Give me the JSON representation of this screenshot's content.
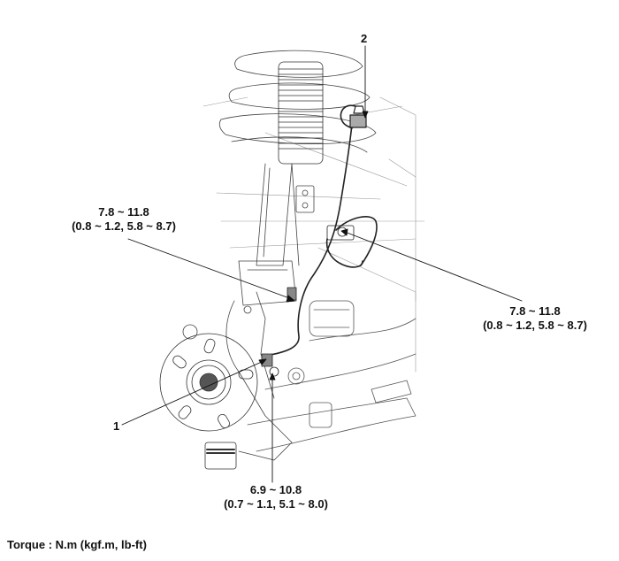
{
  "diagram": {
    "subject": "Front wheel speed sensor installation",
    "callouts": [
      {
        "id": "1",
        "label": "1",
        "part": "wheel-speed-sensor"
      },
      {
        "id": "2",
        "label": "2",
        "part": "sensor-cable-bracket"
      }
    ],
    "torque_specs": [
      {
        "id": "upper-left",
        "nm": "7.8 ~ 11.8",
        "alt": "(0.8 ~ 1.2, 5.8 ~ 8.7)"
      },
      {
        "id": "right",
        "nm": "7.8 ~ 11.8",
        "alt": "(0.8 ~ 1.2, 5.8 ~ 8.7)"
      },
      {
        "id": "bottom",
        "nm": "6.9 ~ 10.8",
        "alt": "(0.7 ~ 1.1, 5.1 ~ 8.0)"
      }
    ],
    "footnote": "Torque : N.m (kgf.m, lb-ft)"
  }
}
